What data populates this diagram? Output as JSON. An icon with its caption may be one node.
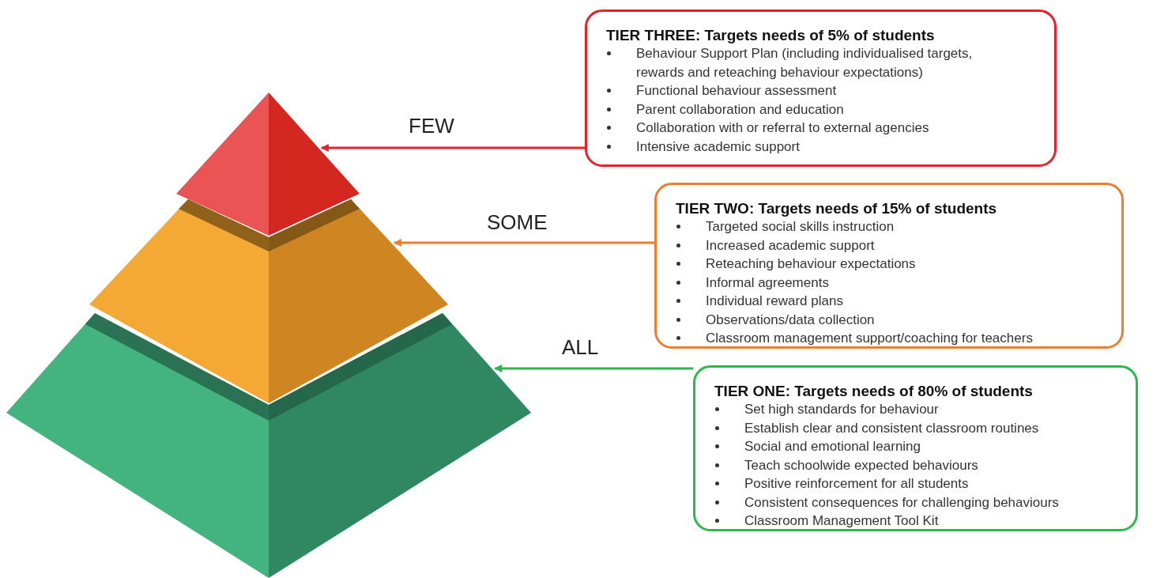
{
  "diagram": {
    "nodes": [
      {
        "text": [],
        "shape": "triangle"
      },
      {
        "text": [
          "TIER THREE: Targets needs of 5% of students",
          "Behaviour Support Plan (including individualised targets, rewards and reteaching behaviour expectations)",
          "Functional behaviour assessment",
          "Parent collaboration and education",
          "Collaboration with or referral to external agencies",
          "Intensive academic support"
        ]
      },
      {
        "text": [],
        "shape": "trapezoid"
      },
      {
        "text": [
          "TIER TWO: Targets needs of 15% of students",
          "Targeted social skills instruction",
          "Increased academic support",
          "Reteaching behaviour expectations",
          "Informal agreements",
          "Individual reward plans",
          "Observations/data collection",
          "Classroom management support/coaching for teachers"
        ]
      },
      {
        "text": [],
        "shape": "trapezoid"
      },
      {
        "text": [
          "TIER ONE: Targets needs of 80% of students",
          "Set high standards for behaviour",
          "Establish clear and consistent classroom routines",
          "Social and emotional learning",
          "Teach schoolwide expected behaviours",
          "Positive reinforcement for all students",
          "Consistent consequences for challenging behaviours",
          "Classroom Management Tool Kit"
        ]
      }
    ],
    "edges": [
      {
        "from": 1,
        "to": 0,
        "arrow": "to",
        "label": "FEW",
        "color": "#e8202a"
      },
      {
        "from": 3,
        "to": 2,
        "arrow": "to",
        "label": "SOME",
        "color": "#ee7d2e"
      },
      {
        "from": 5,
        "to": 4,
        "arrow": "to",
        "label": "ALL",
        "color": "#2db84b"
      }
    ]
  }
}
